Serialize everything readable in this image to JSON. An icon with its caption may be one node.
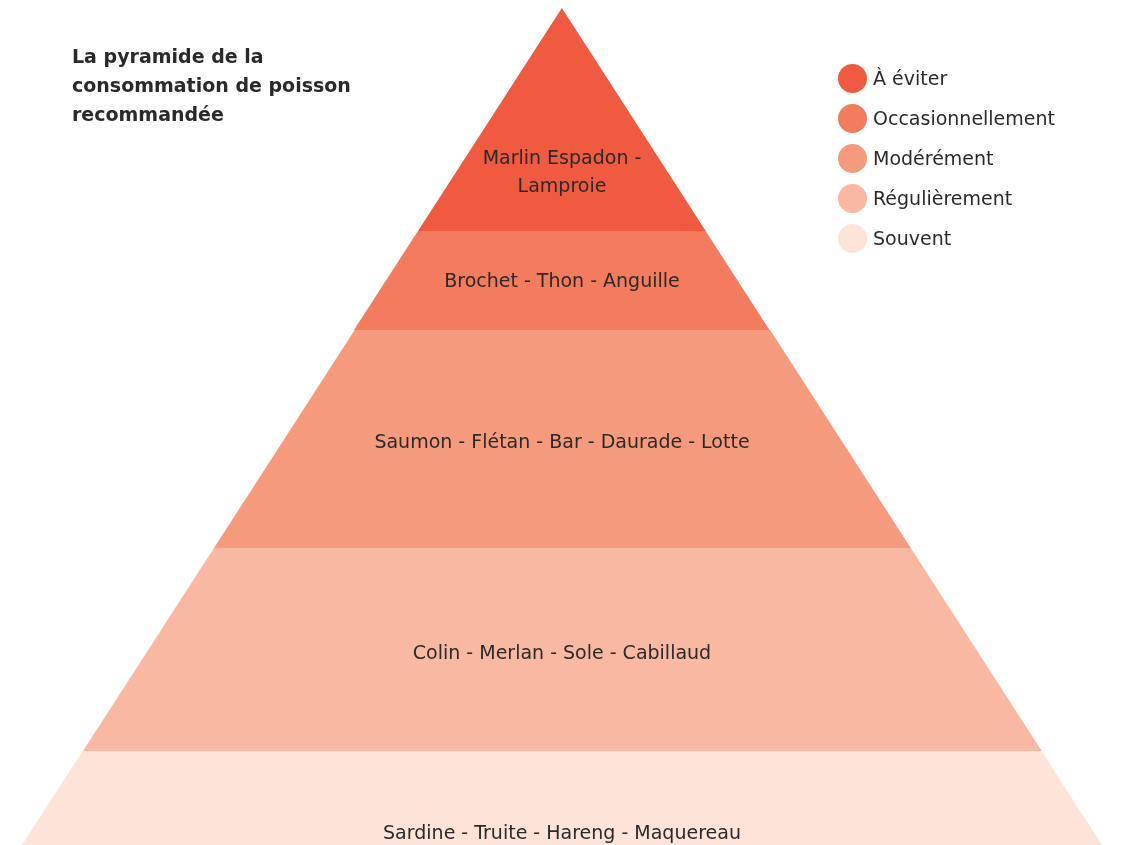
{
  "diagram": {
    "title": "La pyramide de la consommation de poisson recommandée",
    "nodes": [
      {
        "text": [
          "Marlin Espadon - Lamproie"
        ]
      },
      {
        "text": [
          "Brochet - Thon - Anguille"
        ]
      },
      {
        "text": [
          "Saumon - Flétan - Bar - Daurade - Lotte"
        ]
      },
      {
        "text": [
          "Colin - Merlan - Sole - Cabillaud"
        ]
      },
      {
        "text": [
          "Sardine - Truite - Hareng - Maquereau"
        ]
      }
    ],
    "legend": [
      {
        "text": "À éviter",
        "color": "#f05a40"
      },
      {
        "text": "Occasionnellement",
        "color": "#f37b5e"
      },
      {
        "text": "Modérément",
        "color": "#f69a7e"
      },
      {
        "text": "Régulièrement",
        "color": "#f9b8a2"
      },
      {
        "text": "Souvent",
        "color": "#fde3d8"
      }
    ]
  }
}
